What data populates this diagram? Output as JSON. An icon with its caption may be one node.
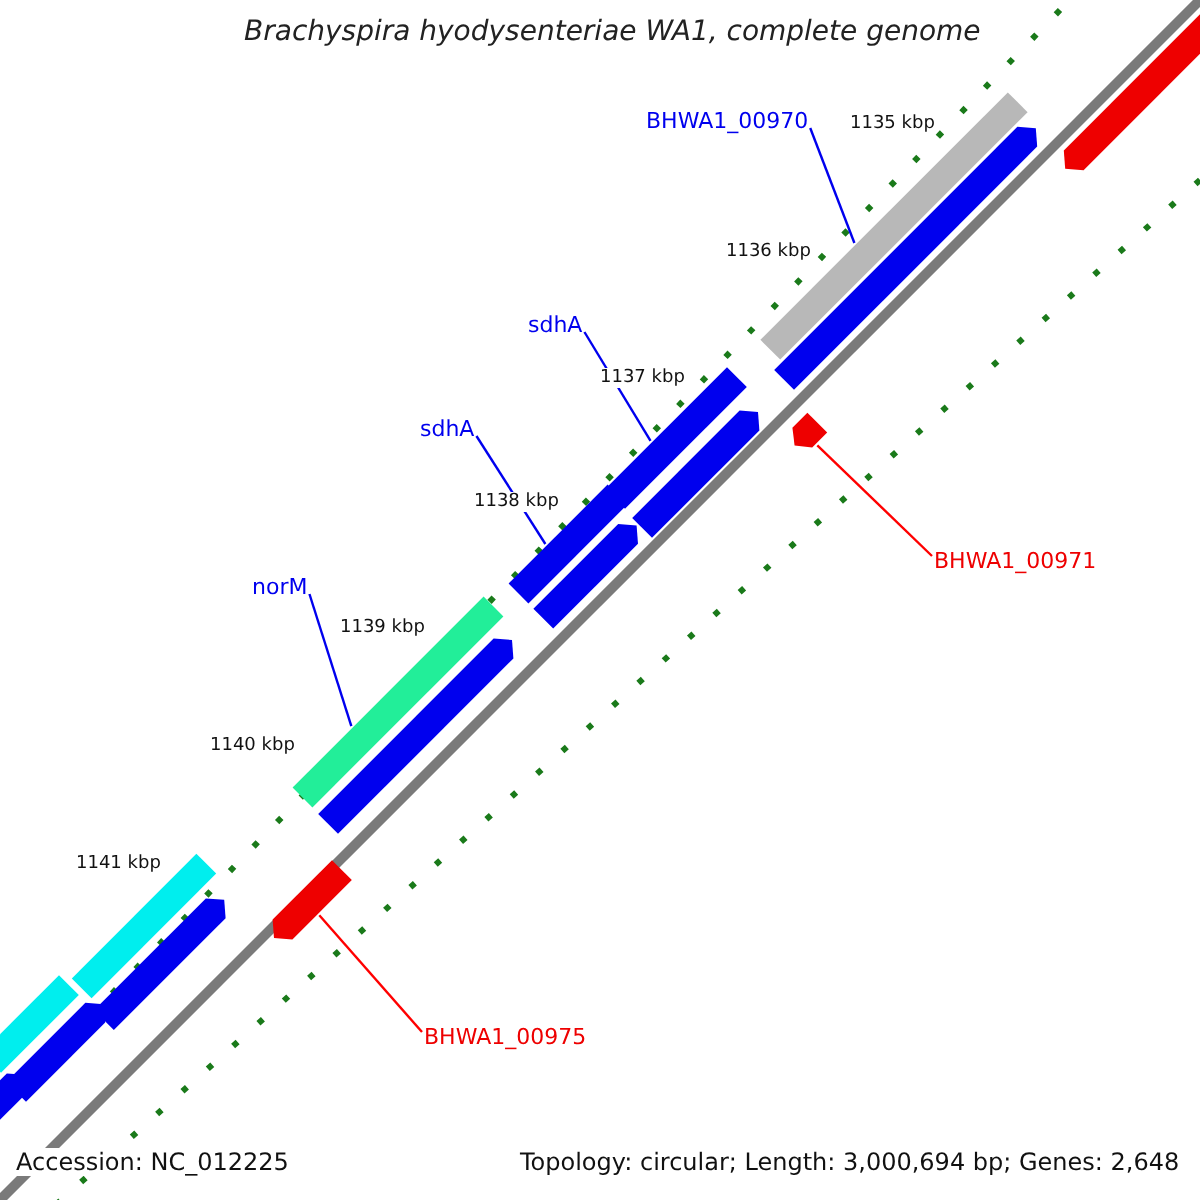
{
  "diagram": {
    "title": "Brachyspira hyodysenteriae WA1, complete genome",
    "nodes": [
      {
        "text": [
          "BHWA1_00970"
        ]
      },
      {
        "text": [],
        "shape": "bar"
      },
      {
        "text": [
          "sdhA"
        ]
      },
      {
        "text": [],
        "shape": "bar"
      },
      {
        "text": [
          "sdhA"
        ]
      },
      {
        "text": [],
        "shape": "bar"
      },
      {
        "text": [
          "norM"
        ]
      },
      {
        "text": [],
        "shape": "bar"
      },
      {
        "text": [
          "BHWA1_00971"
        ]
      },
      {
        "text": [],
        "shape": "bar"
      },
      {
        "text": [
          "BHWA1_00975"
        ]
      },
      {
        "text": [],
        "shape": "bar"
      },
      {
        "text": [],
        "shape": "bar"
      },
      {
        "text": [],
        "shape": "bar"
      },
      {
        "text": [],
        "shape": "bar"
      },
      {
        "text": [],
        "shape": "bar"
      },
      {
        "text": [],
        "shape": "bar"
      },
      {
        "text": [],
        "shape": "bar"
      },
      {
        "text": [],
        "shape": "bar"
      },
      {
        "text": [],
        "shape": "bar"
      },
      {
        "text": [],
        "shape": "bar"
      },
      {
        "text": [],
        "shape": "bar"
      }
    ],
    "edges": [
      {
        "from": 0,
        "to": 1,
        "arrow": "none"
      },
      {
        "from": 2,
        "to": 3,
        "arrow": "none"
      },
      {
        "from": 4,
        "to": 5,
        "arrow": "none"
      },
      {
        "from": 6,
        "to": 7,
        "arrow": "none"
      },
      {
        "from": 8,
        "to": 9,
        "arrow": "none",
        "color": "#ff0000"
      },
      {
        "from": 10,
        "to": 11,
        "arrow": "none",
        "color": "#ff0000"
      }
    ],
    "labels": [
      "1135 kbp",
      "1136 kbp",
      "1137 kbp",
      "1138 kbp",
      "1139 kbp",
      "1140 kbp",
      "1141 kbp",
      "Accession: NC_012225",
      "Topology: circular; Length: 3,000,694 bp; Genes: 2,648"
    ]
  }
}
